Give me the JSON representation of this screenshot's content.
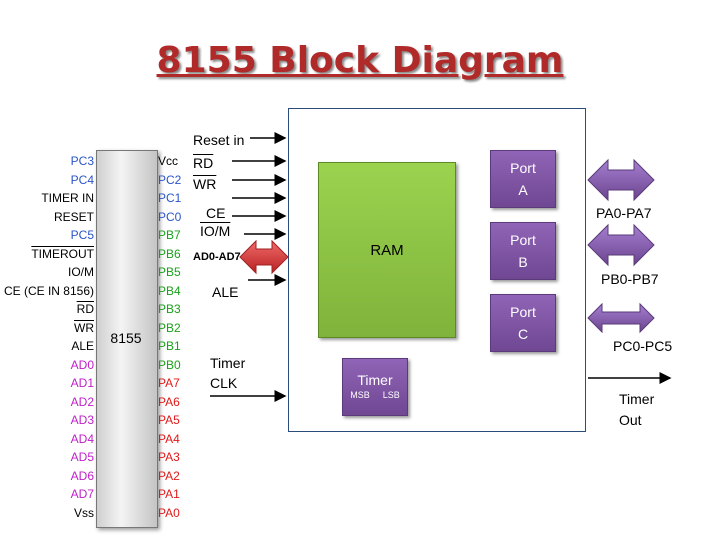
{
  "title": "8155 Block Diagram",
  "chip": {
    "name": "8155",
    "left_pins": [
      "PC3",
      "PC4",
      "TIMER IN",
      "RESET",
      "PC5",
      "TIMEROUT",
      "IO/M",
      "CE (CE IN 8156)",
      "RD",
      "WR",
      "ALE",
      "AD0",
      "AD1",
      "AD2",
      "AD3",
      "AD4",
      "AD5",
      "AD6",
      "AD7",
      "Vss"
    ],
    "right_pins": [
      "Vcc",
      "PC2",
      "PC1",
      "PC0",
      "PB7",
      "PB6",
      "PB5",
      "PB4",
      "PB3",
      "PB2",
      "PB1",
      "PB0",
      "PA7",
      "PA6",
      "PA5",
      "PA4",
      "PA3",
      "PA2",
      "PA1",
      "PA0"
    ]
  },
  "inputs": {
    "reset_in": "Reset in",
    "rd": "RD",
    "wr": "WR",
    "ce": "CE",
    "io_m": "IO/M",
    "ad": "AD0-AD7",
    "ale": "ALE",
    "timer_clk_1": "Timer",
    "timer_clk_2": "CLK"
  },
  "blocks": {
    "ram": "RAM",
    "port_a": [
      "Port",
      "A"
    ],
    "port_b": [
      "Port",
      "B"
    ],
    "port_c": [
      "Port",
      "C"
    ],
    "timer": "Timer",
    "timer_msb": "MSB",
    "timer_lsb": "LSB"
  },
  "outputs": {
    "pa": "PA0-PA7",
    "pb": "PB0-PB7",
    "pc": "PC0-PC5",
    "timer_out_1": "Timer",
    "timer_out_2": "Out"
  },
  "colors": {
    "blue_pins": "#2a55c8",
    "green_pins": "#19a019",
    "magenta_pins": "#c020c8",
    "red_pins": "#e01818",
    "purple_arrow": "#8a5cb8",
    "red_arrow": "#d83a3a"
  }
}
